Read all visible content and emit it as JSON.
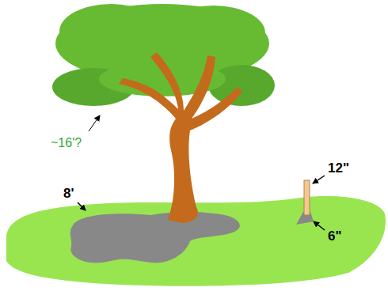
{
  "diagram": {
    "labels": [
      "~16'?",
      "8'",
      "12\"",
      "6\""
    ]
  }
}
